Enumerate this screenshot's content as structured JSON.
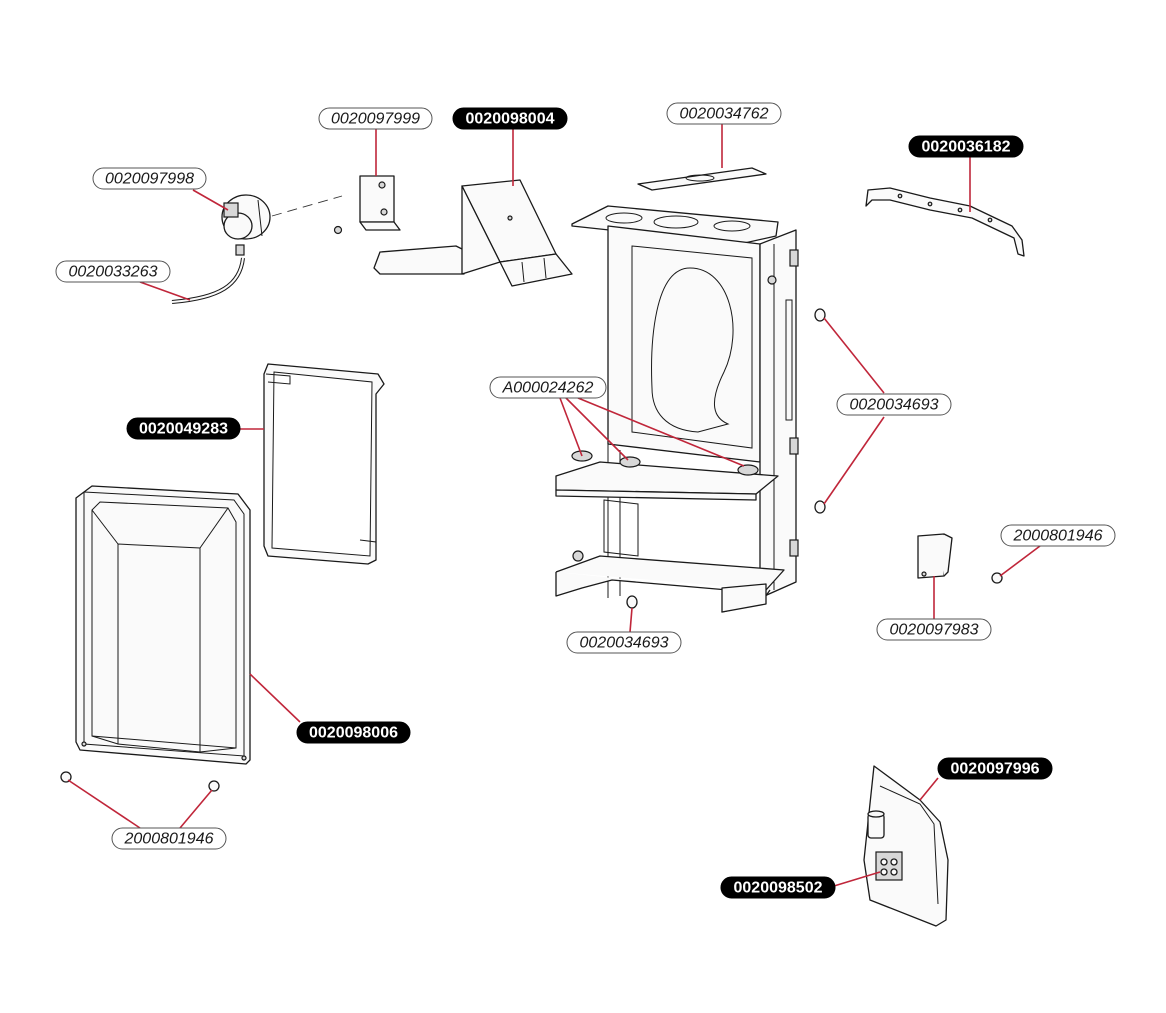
{
  "colors": {
    "leader": "#c0263a",
    "label_filled_bg": "#000000",
    "label_outline_border": "#555555",
    "line_art": "#1a1a1a"
  },
  "labels": [
    {
      "id": "lbl-0020097999",
      "text": "0020097999",
      "style": "outline"
    },
    {
      "id": "lbl-0020098004",
      "text": "0020098004",
      "style": "filled"
    },
    {
      "id": "lbl-0020034762",
      "text": "0020034762",
      "style": "outline"
    },
    {
      "id": "lbl-0020036182",
      "text": "0020036182",
      "style": "filled"
    },
    {
      "id": "lbl-0020097998",
      "text": "0020097998",
      "style": "outline"
    },
    {
      "id": "lbl-0020033263",
      "text": "0020033263",
      "style": "outline"
    },
    {
      "id": "lbl-0020049283",
      "text": "0020049283",
      "style": "filled"
    },
    {
      "id": "lbl-A000024262",
      "text": "A000024262",
      "style": "outline"
    },
    {
      "id": "lbl-0020034693-right",
      "text": "0020034693",
      "style": "outline"
    },
    {
      "id": "lbl-2000801946-right",
      "text": "2000801946",
      "style": "outline"
    },
    {
      "id": "lbl-0020097983",
      "text": "0020097983",
      "style": "outline"
    },
    {
      "id": "lbl-0020034693-bottom",
      "text": "0020034693",
      "style": "outline"
    },
    {
      "id": "lbl-0020098006",
      "text": "0020098006",
      "style": "filled"
    },
    {
      "id": "lbl-0020097996",
      "text": "0020097996",
      "style": "filled"
    },
    {
      "id": "lbl-0020098502",
      "text": "0020098502",
      "style": "filled"
    },
    {
      "id": "lbl-2000801946-bottom",
      "text": "2000801946",
      "style": "outline"
    }
  ]
}
